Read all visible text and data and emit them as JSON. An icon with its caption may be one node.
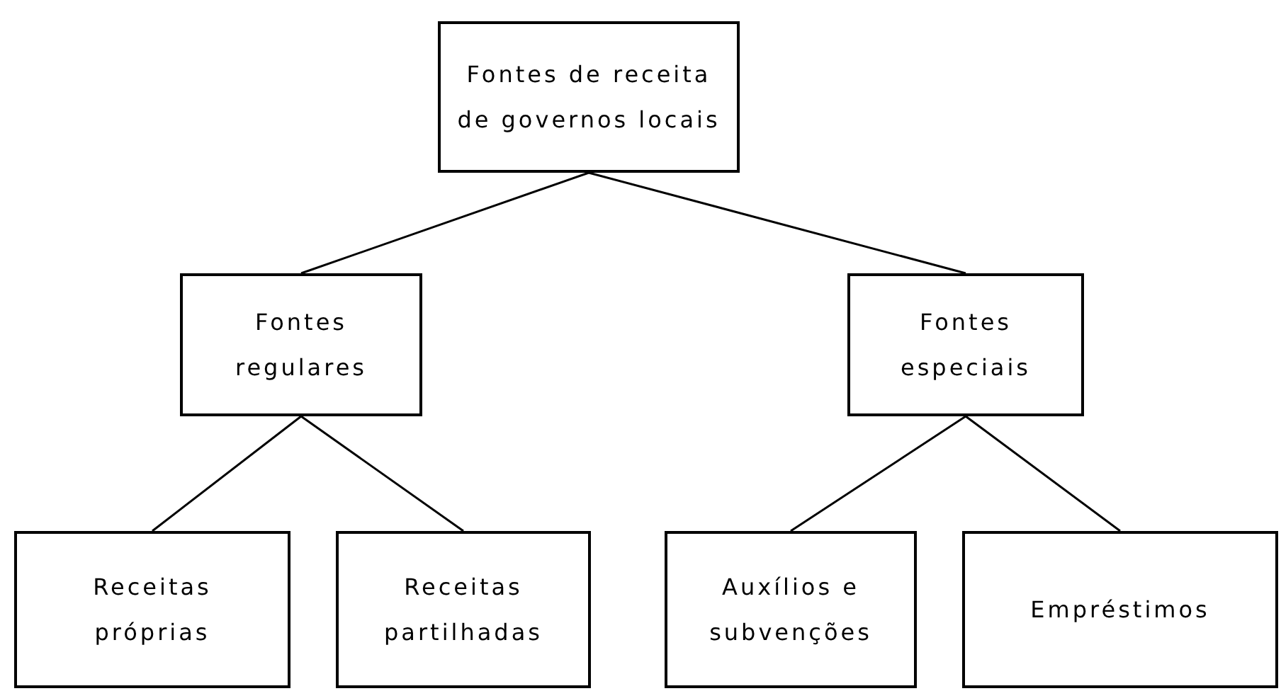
{
  "diagram": {
    "nodes": [
      {
        "text": [
          "Fontes de receita de governos locais"
        ]
      },
      {
        "text": [
          "Fontes regulares"
        ]
      },
      {
        "text": [
          "Fontes especiais"
        ]
      },
      {
        "text": [
          "Receitas próprias"
        ]
      },
      {
        "text": [
          "Receitas partilhadas"
        ]
      },
      {
        "text": [
          "Auxílios e subvenções"
        ]
      },
      {
        "text": [
          "Empréstimos"
        ]
      }
    ],
    "edges": [
      {
        "from": 0,
        "to": 1,
        "arrow": "none"
      },
      {
        "from": 0,
        "to": 2,
        "arrow": "none"
      },
      {
        "from": 1,
        "to": 3,
        "arrow": "none"
      },
      {
        "from": 1,
        "to": 4,
        "arrow": "none"
      },
      {
        "from": 2,
        "to": 5,
        "arrow": "none"
      },
      {
        "from": 2,
        "to": 6,
        "arrow": "none"
      }
    ]
  }
}
